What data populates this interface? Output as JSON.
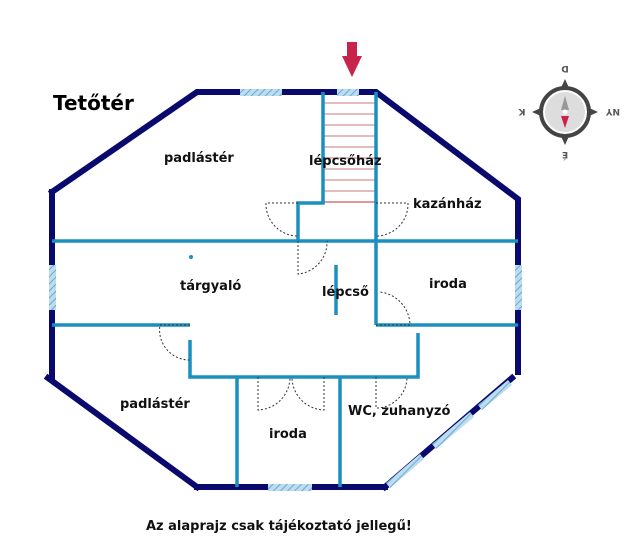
{
  "title": "Tetőtér",
  "rooms": {
    "padlaster_top": "padlástér",
    "lepcsohaz": "lépcsőház",
    "kazanhaz": "kazánház",
    "targyalo": "tárgyaló",
    "lepcso": "lépcső",
    "iroda_right": "iroda",
    "padlaster_bottom": "padlástér",
    "iroda_bottom": "iroda",
    "wc": "WC, zuhanyzó"
  },
  "compass": {
    "top": "D",
    "right": "NY",
    "bottom": "É",
    "left": "K"
  },
  "disclaimer": "Az alaprajz csak tájékoztató jellegű!",
  "colors": {
    "outer_wall": "#0a0a6e",
    "inner_wall": "#1a8fc0",
    "window": "#8fc3e0",
    "entrance_arrow": "#c8234a",
    "stairs": "#c06060"
  }
}
